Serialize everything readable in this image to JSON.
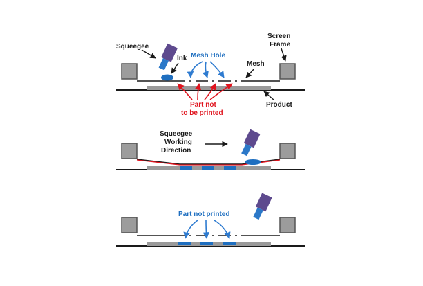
{
  "labels": {
    "squeegee": "Squeegee",
    "ink": "Ink",
    "mesh_hole": "Mesh Hole",
    "screen_frame_line1": "Screen",
    "screen_frame_line2": "Frame",
    "mesh": "Mesh",
    "part_not_printed_1_line1": "Part not",
    "part_not_printed_1_line2": "to be printed",
    "product": "Product",
    "working_dir_line1": "Squeegee",
    "working_dir_line2": "Working",
    "working_dir_line3": "Direction",
    "part_not_printed_2": "Part not printed"
  },
  "colors": {
    "frame_fill": "#9c9c9c",
    "frame_stroke": "#555555",
    "product_fill": "#9a9a9a",
    "ink_blue": "#1f6fc0",
    "squeegee_purple": "#5e4a8e",
    "squeegee_blade": "#2b78c8",
    "mesh_line": "#1a1a1a",
    "arrow_blue": "#2e7bd0",
    "arrow_red": "#e0141e",
    "arrow_dark": "#1a1a1a"
  }
}
